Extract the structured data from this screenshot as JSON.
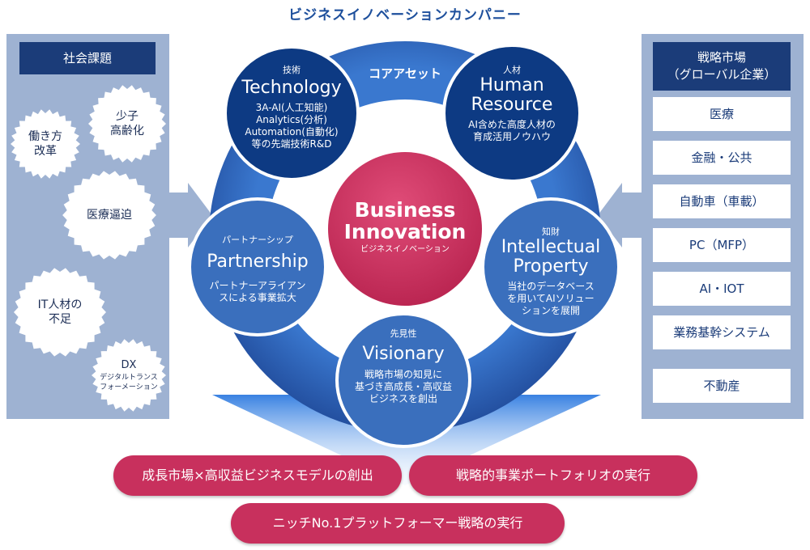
{
  "title": "ビジネスイノベーションカンパニー",
  "left": {
    "heading": "社会課題",
    "issues": [
      {
        "lines": [
          "働き方",
          "改革"
        ]
      },
      {
        "lines": [
          "少子",
          "高齢化"
        ]
      },
      {
        "lines": [
          "医療逼迫"
        ]
      },
      {
        "lines": [
          "IT人材の",
          "不足"
        ]
      },
      {
        "lines": [
          "DX"
        ],
        "sub": [
          "デジタルトランス",
          "フォーメーション"
        ]
      }
    ]
  },
  "right": {
    "heading_line1": "戦略市場",
    "heading_line2": "（グローバル企業）",
    "markets": [
      "医療",
      "金融・公共",
      "自動車（車載）",
      "PC（MFP）",
      "AI・IOT",
      "業務基幹システム",
      "不動産"
    ]
  },
  "core": {
    "ring_label": "コアアセット",
    "center_title_1": "Business",
    "center_title_2": "Innovation",
    "center_sub": "ビジネスイノベーション",
    "technology": {
      "ja": "技術",
      "en": "Technology",
      "desc": [
        "3A-AI(人工知能)",
        "Analytics(分析)",
        "Automation(自動化)",
        "等の先端技術R&D"
      ]
    },
    "human": {
      "ja": "人材",
      "en1": "Human",
      "en2": "Resource",
      "desc": [
        "AI含めた高度人材の",
        "育成活用ノウハウ"
      ]
    },
    "ip": {
      "ja": "知財",
      "en1": "Intellectual",
      "en2": "Property",
      "desc": [
        "当社のデータベース",
        "を用いてAIソリュー",
        "ションを展開"
      ]
    },
    "partnership": {
      "ja": "パートナーシップ",
      "en": "Partnership",
      "desc": [
        "パートナーアライアン",
        "スによる事業拡大"
      ]
    },
    "visionary": {
      "ja": "先見性",
      "en": "Visionary",
      "desc": [
        "戦略市場の知見に",
        "基づき高成長・高収益",
        "ビジネスを創出"
      ]
    }
  },
  "outcomes": [
    "成長市場×高収益ビジネスモデルの創出",
    "戦略的事業ポートフォリオの実行",
    "ニッチNo.1プラットフォーマー戦略の実行"
  ],
  "colors": {
    "navy": "#1b3c79",
    "ring": "#2f67bf",
    "node": "#0d3a83",
    "node_light": "#3a6fbd",
    "crimson": "#c8305d",
    "panel": "#9eb2d2"
  }
}
